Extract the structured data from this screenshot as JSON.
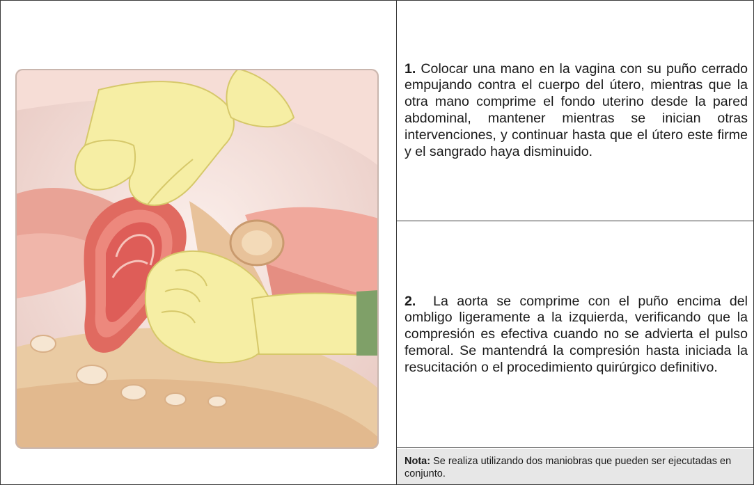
{
  "steps": [
    {
      "number": "1.",
      "text": "Colocar una mano en la vagina con su puño cerrado empujando contra el cuerpo del útero, mientras que la otra mano comprime el fondo uterino desde la pared abdominal, mantener mientras se inician otras intervenciones, y continuar hasta que el útero este firme y el sangrado haya disminuido."
    },
    {
      "number": "2.",
      "text": "La aorta se comprime con el puño encima del ombligo ligeramente a la izquierda, verificando que la compresión es efectiva cuando no se advierta el pulso femoral. Se mantendrá la compresión hasta iniciada la resucitación o el procedimiento quirúrgico definitivo."
    }
  ],
  "note": {
    "label": "Nota:",
    "text": "Se realiza utilizando dos maniobras que pueden ser ejecutadas en conjunto."
  },
  "colors": {
    "border": "#3a3a3a",
    "note_background": "#e7e7e7",
    "illustration_background": "#f8e7e3",
    "tissue": "#f0a89c",
    "tissue_dark": "#e07c70",
    "uterus": "#d9534f",
    "glove": "#f6eea4",
    "glove_shadow": "#e8dc7c",
    "skin": "#eacba3",
    "skin_dark": "#d9b088",
    "sleeve": "#7fa068"
  },
  "illustration": {
    "description_icon": "bimanual-uterine-compression-illustration"
  }
}
